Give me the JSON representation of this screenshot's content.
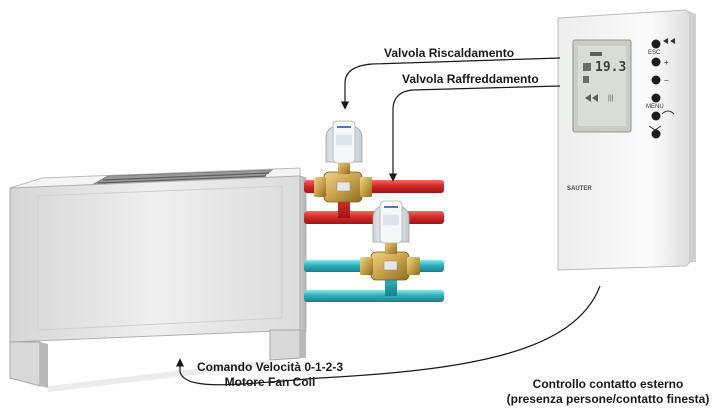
{
  "labels": {
    "heating_valve": "Valvola Riscaldamento",
    "cooling_valve": "Valvola Raffreddamento",
    "fan_speed_line1": "Comando Velocità 0-1-2-3",
    "fan_speed_line2": "Motore Fan Coil",
    "ext_contact_line1": "Controllo contatto esterno",
    "ext_contact_line2": "(presenza persone/contatto finesta)"
  },
  "controller": {
    "display_value": "19.3",
    "brand": "SAUTER",
    "button_labels": [
      "ESC",
      "+",
      "−",
      "MENU"
    ]
  },
  "colors": {
    "hot_pipe": "#d42a2a",
    "cold_pipe": "#2bb3bd",
    "wire": "#1a1a1a",
    "unit_body": "#e8e8e8",
    "brass": "#c9a24a"
  }
}
